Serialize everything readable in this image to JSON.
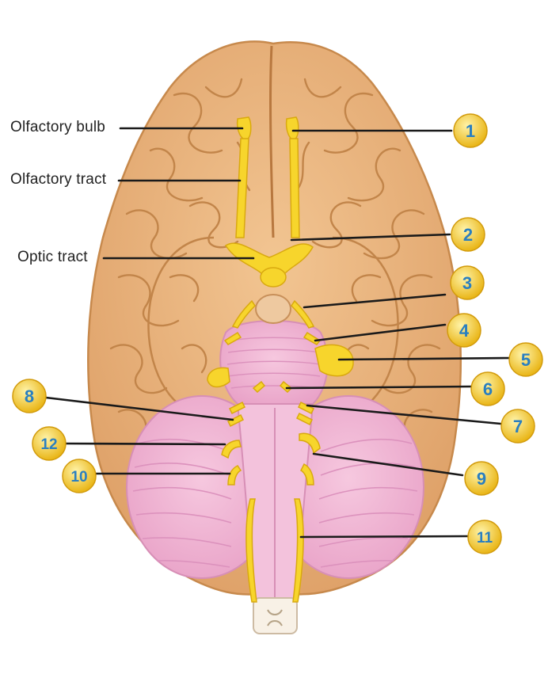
{
  "labels": {
    "olfactory_bulb": "Olfactory bulb",
    "olfactory_tract": "Olfactory tract",
    "optic_tract": "Optic tract"
  },
  "badges": [
    "1",
    "2",
    "3",
    "4",
    "5",
    "6",
    "7",
    "8",
    "12",
    "10",
    "9",
    "11"
  ],
  "colors": {
    "cortex": "#e9b27a",
    "cortex_stroke": "#c7894c",
    "brainstem": "#f0b6d4",
    "nerve": "#f7d52c",
    "badge_fill": "#f3c423",
    "badge_text": "#2a7fc0",
    "leader": "#1a1a1a"
  }
}
